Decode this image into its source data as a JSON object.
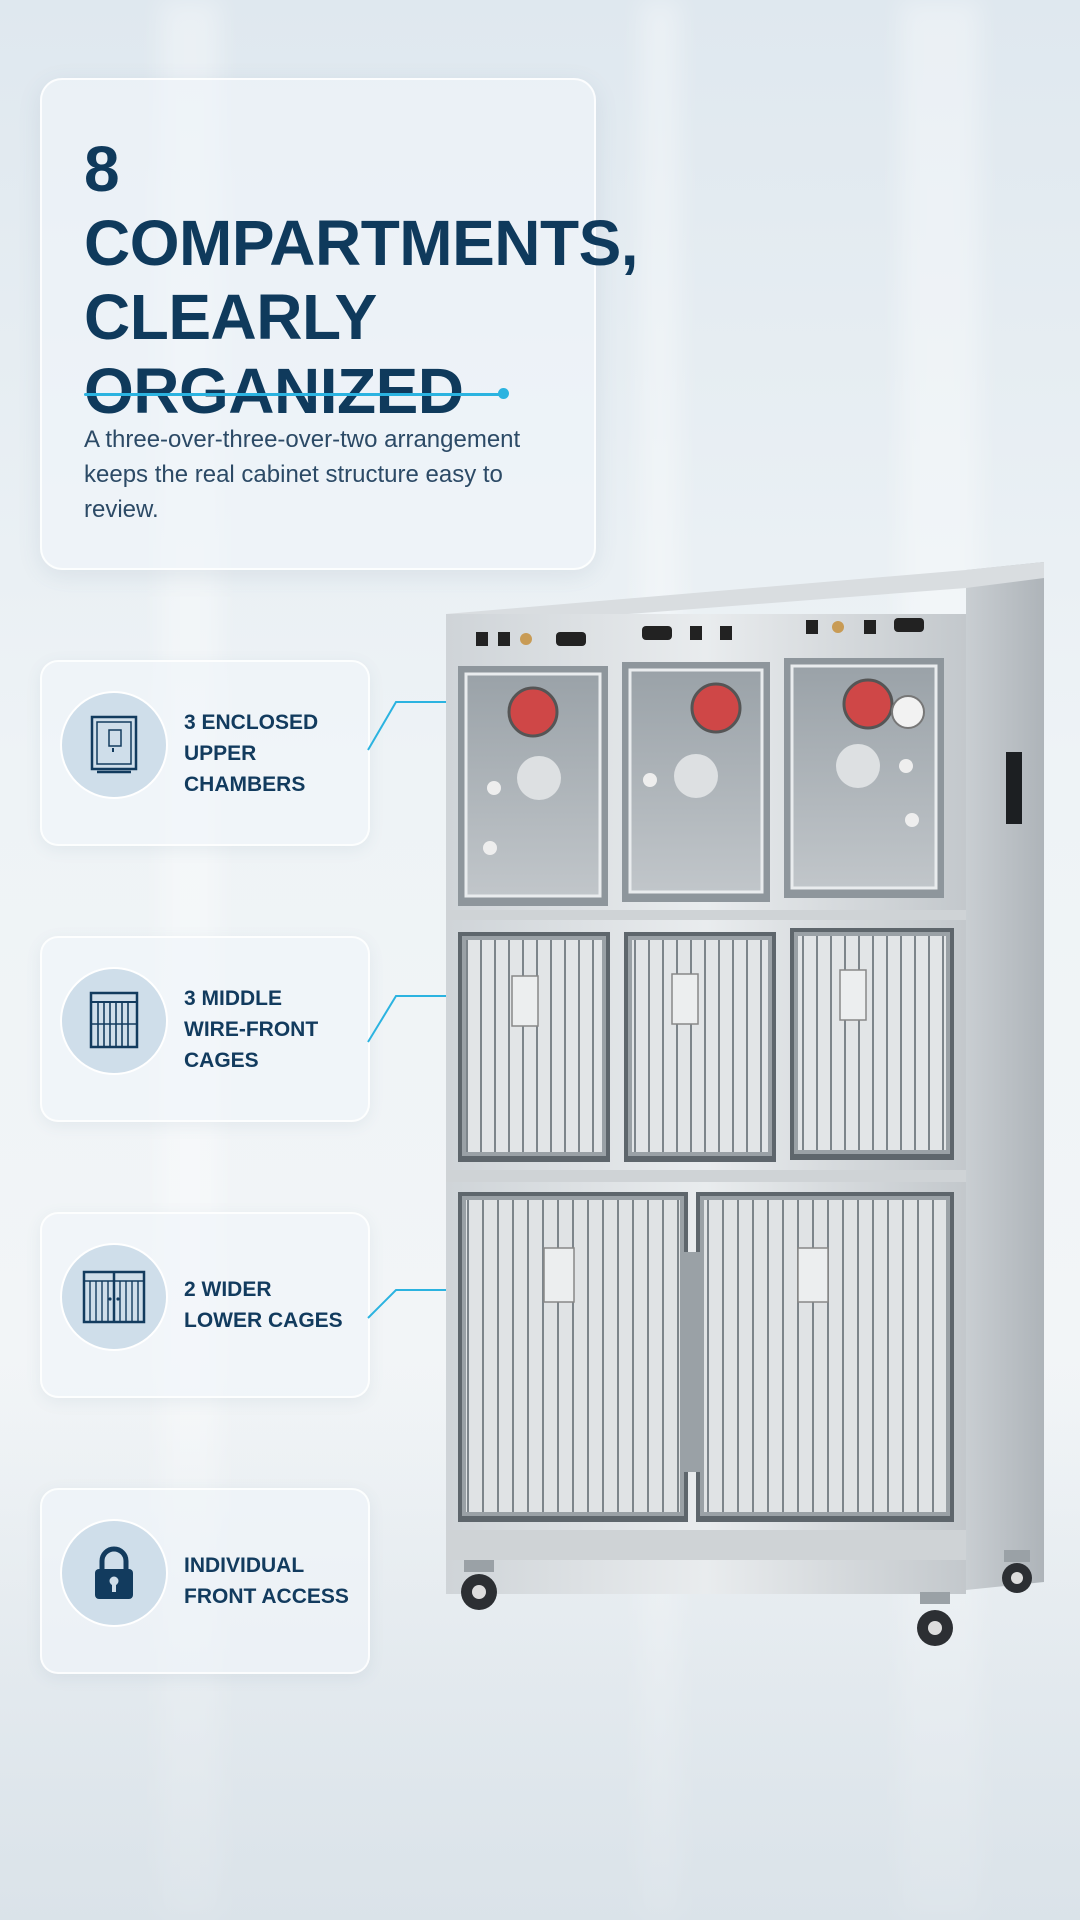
{
  "header": {
    "title_line1": "8 COMPARTMENTS,",
    "title_line2": "CLEARLY",
    "title_line3": "ORGANIZED",
    "subtitle": "A three-over-three-over-two arrangement keeps the real cabinet structure easy to review."
  },
  "features": [
    {
      "line1": "3 ENCLOSED",
      "line2": "UPPER CHAMBERS",
      "icon": "enclosed-chamber-icon"
    },
    {
      "line1": "3 MIDDLE",
      "line2": "WIRE-FRONT CAGES",
      "icon": "wire-cage-icon"
    },
    {
      "line1": "2 WIDER",
      "line2": "LOWER CAGES",
      "icon": "double-cage-icon"
    },
    {
      "line1": "INDIVIDUAL",
      "line2": "FRONT ACCESS",
      "icon": "padlock-icon"
    }
  ],
  "colors": {
    "title": "#0f3a5c",
    "accent": "#2bb3e0",
    "icon": "#123b5e",
    "steel": "#b9bfc5"
  }
}
